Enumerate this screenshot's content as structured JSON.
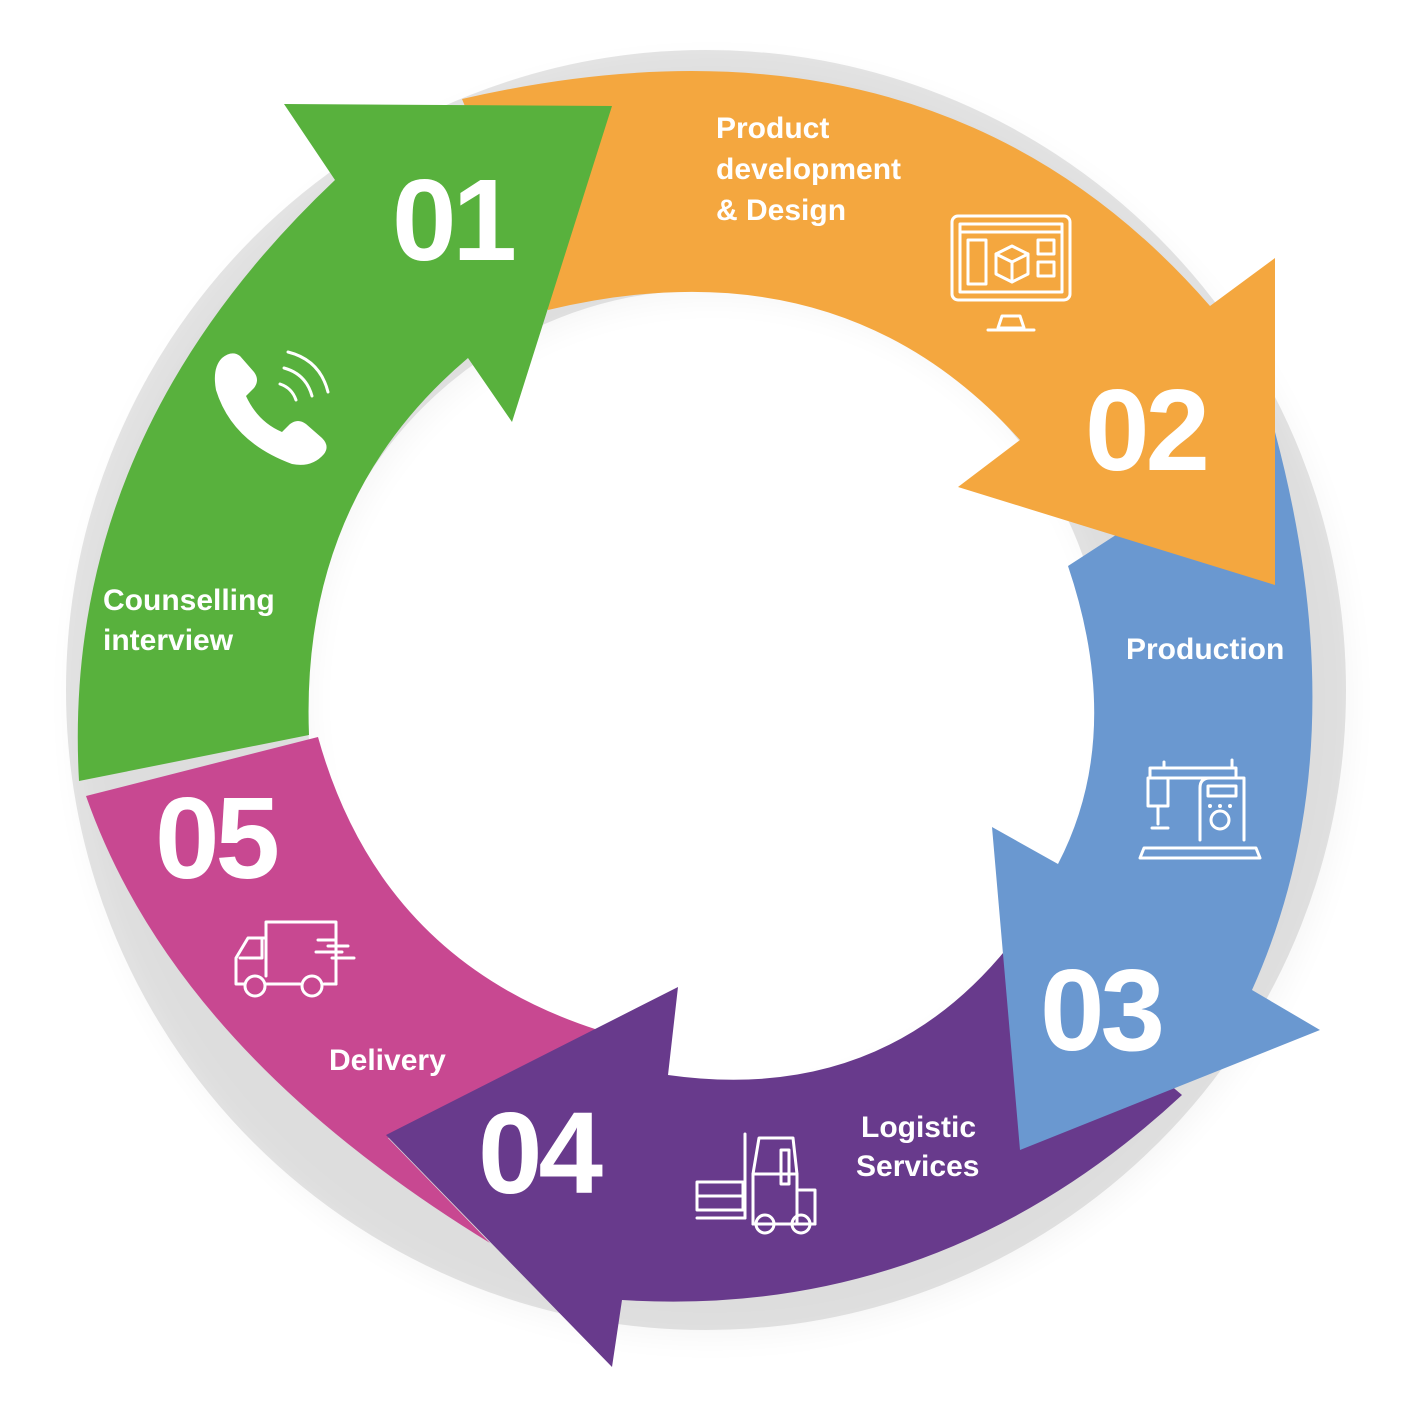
{
  "colors": {
    "step1": "#58b13d",
    "step2": "#f4a73f",
    "step3": "#6a98d0",
    "step4": "#683a8c",
    "step5": "#c84891"
  },
  "steps": [
    {
      "number": "01",
      "label_lines": [
        "Counselling",
        "interview"
      ],
      "icon": "phone-icon"
    },
    {
      "number": "02",
      "label_lines": [
        "Product",
        "development",
        "& Design"
      ],
      "icon": "monitor-cube-icon"
    },
    {
      "number": "03",
      "label_lines": [
        "Production"
      ],
      "icon": "sewing-machine-icon"
    },
    {
      "number": "04",
      "label_lines": [
        "Logistic",
        "Services"
      ],
      "icon": "forklift-icon"
    },
    {
      "number": "05",
      "label_lines": [
        "Delivery"
      ],
      "icon": "delivery-truck-icon"
    }
  ]
}
